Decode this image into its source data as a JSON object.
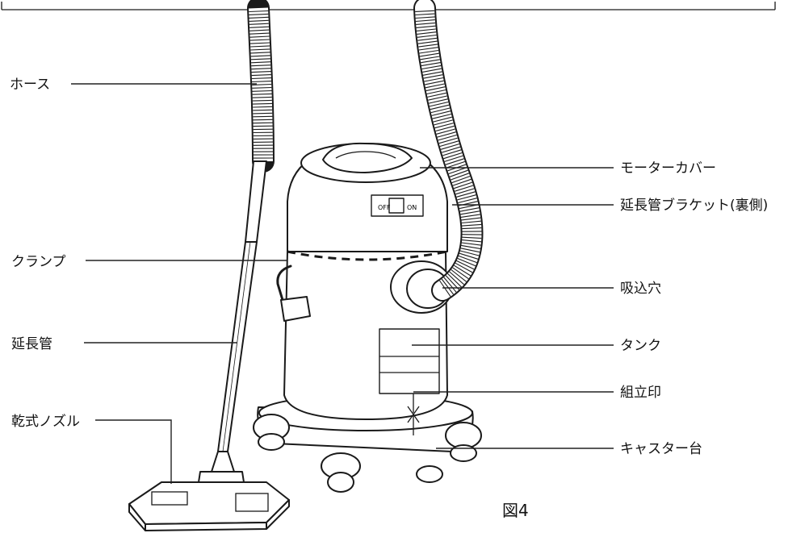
{
  "labels": {
    "hose": "ホース",
    "clamp": "クランプ",
    "extension_pipe": "延長管",
    "dry_nozzle": "乾式ノズル",
    "motor_cover": "モーターカバー",
    "pipe_bracket": "延長管ブラケット(裏側)",
    "intake": "吸込穴",
    "tank": "タンク",
    "assembly_mark": "組立印",
    "caster_base": "キャスター台"
  },
  "switch": {
    "off": "OFF",
    "on": "ON"
  },
  "caption": "図4"
}
